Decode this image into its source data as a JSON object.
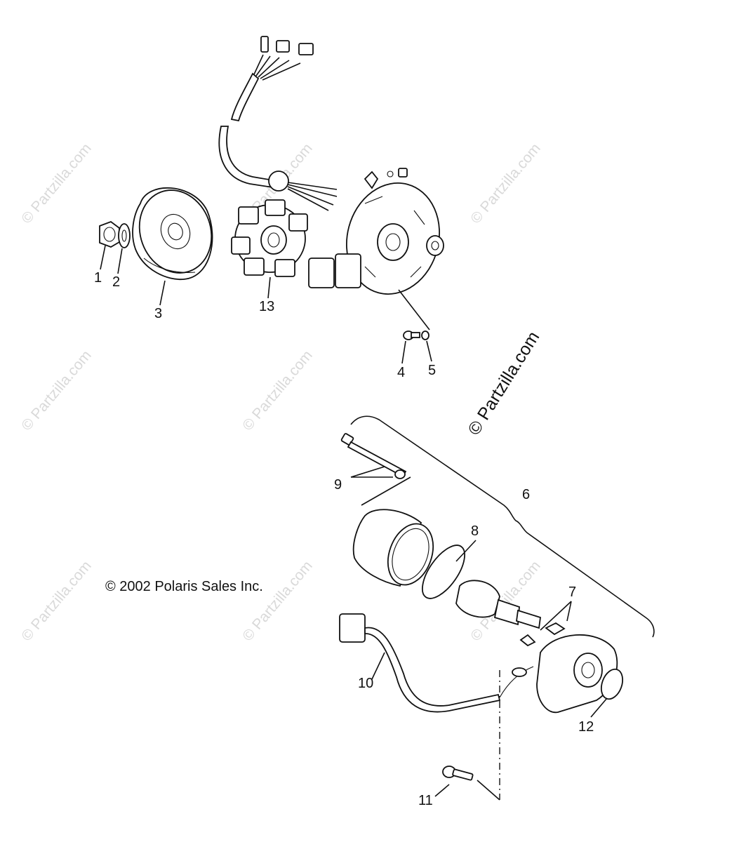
{
  "watermarks": {
    "repeat_text": "© Partzilla.com",
    "main_text": "© Partzilla.com"
  },
  "copyright": "© 2002 Polaris Sales Inc.",
  "callouts": {
    "c1": "1",
    "c2": "2",
    "c3": "3",
    "c4": "4",
    "c5": "5",
    "c6": "6",
    "c7": "7",
    "c8": "8",
    "c9": "9",
    "c10": "10",
    "c11": "11",
    "c12": "12",
    "c13": "13"
  }
}
